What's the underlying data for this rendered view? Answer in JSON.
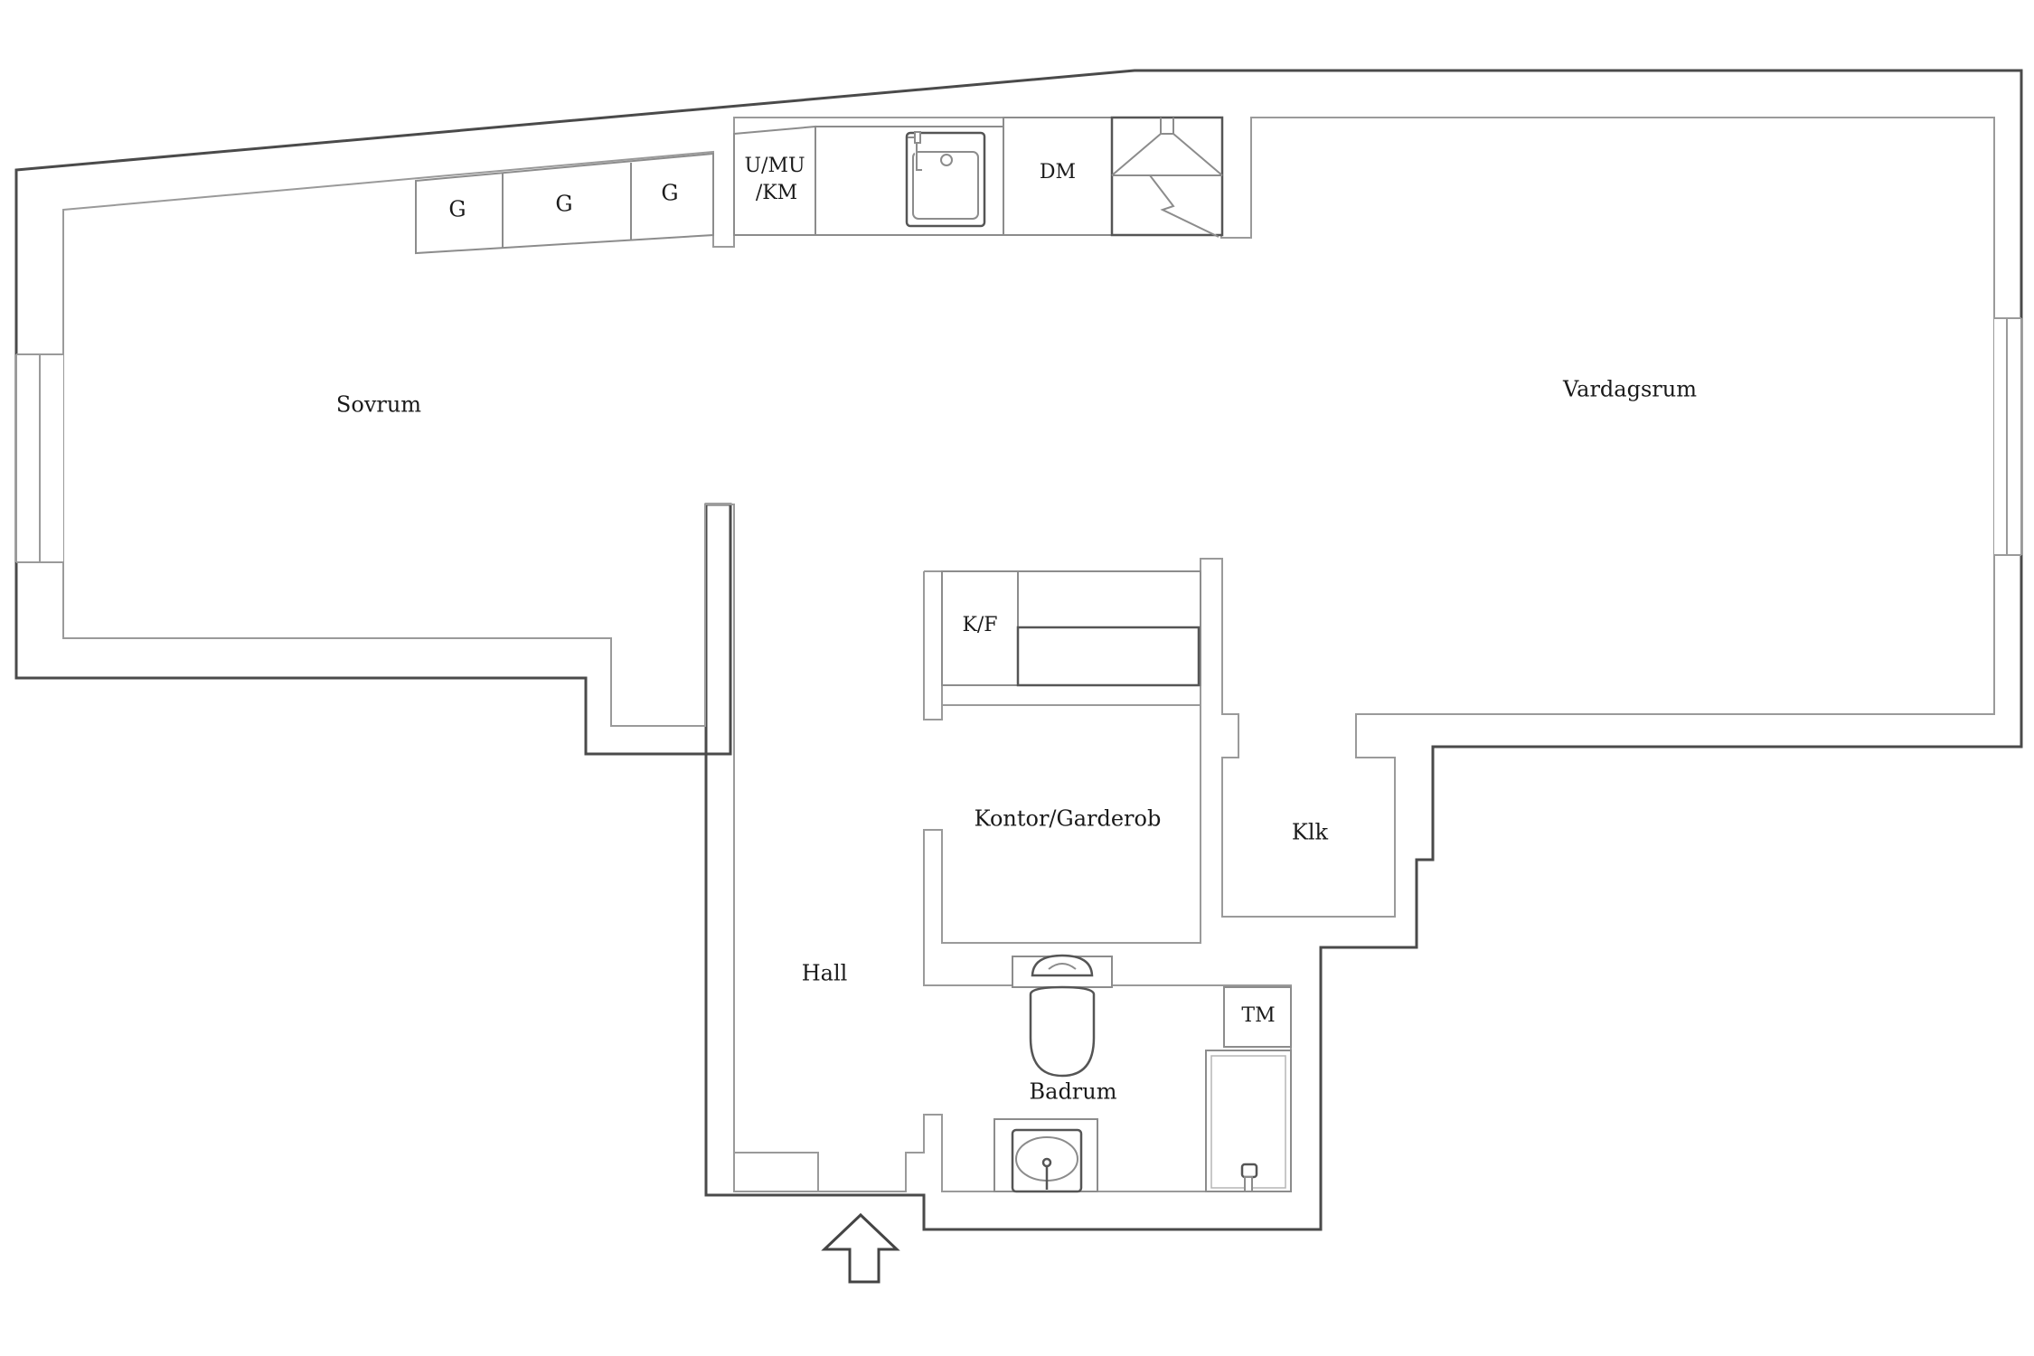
{
  "rooms": {
    "sovrum": "Sovrum",
    "vardagsrum": "Vardagsrum",
    "hall": "Hall",
    "kontor": "Kontor/Garderob",
    "klk": "Klk",
    "badrum": "Badrum"
  },
  "fixtures": {
    "g1": "G",
    "g2": "G",
    "g3": "G",
    "umu_line1": "U/MU",
    "umu_line2": "/KM",
    "dm": "DM",
    "kf": "K/F",
    "tm": "TM"
  },
  "icons": [
    "entrance-arrow-icon",
    "kitchen-sink-icon",
    "stove-icon",
    "toilet-icon",
    "washbasin-icon",
    "tap-icon"
  ],
  "colors": {
    "outer_wall": "#4a4a4a",
    "inner_wall": "#9a9a9a",
    "background": "#ffffff"
  }
}
